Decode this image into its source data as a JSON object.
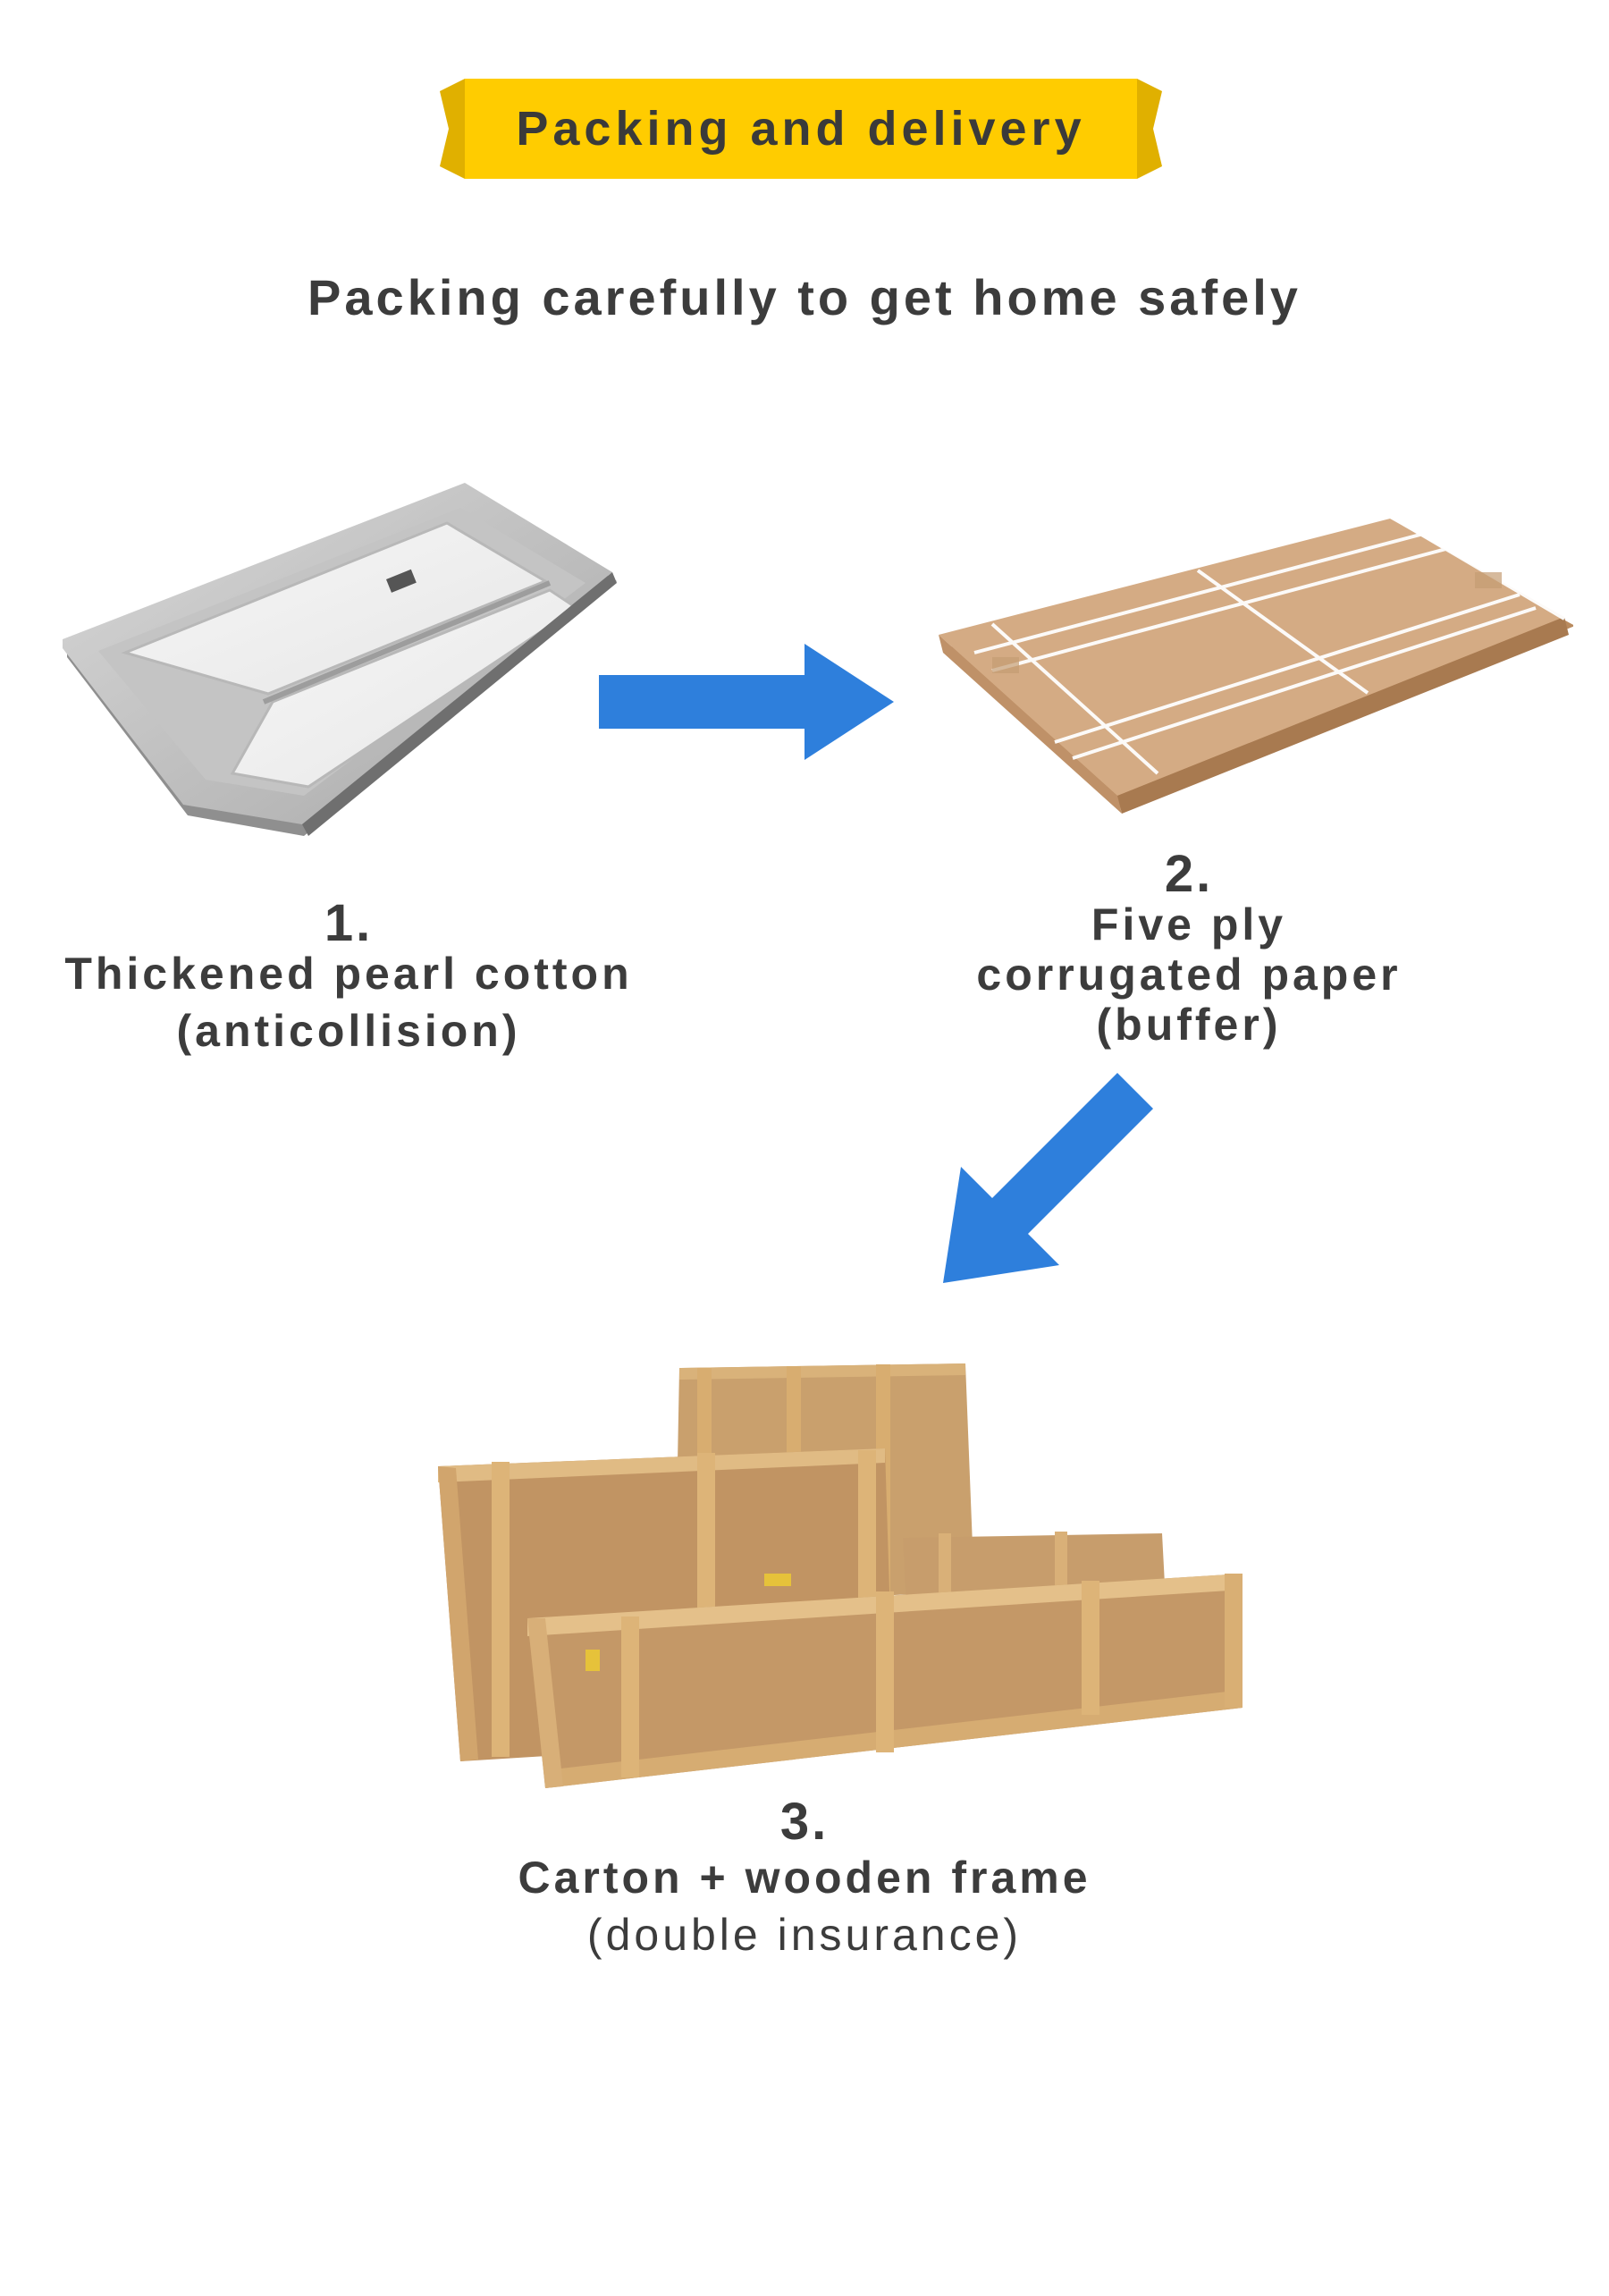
{
  "header": {
    "banner_title": "Packing and delivery",
    "subtitle": "Packing carefully to get home safely",
    "banner_color": "#ffcc00"
  },
  "steps": [
    {
      "number": "1.",
      "title": "Thickened pearl cotton",
      "note": "(anticollision)",
      "image": "wrapped-door-photo"
    },
    {
      "number": "2.",
      "title_line1": "Five ply",
      "title_line2": "corrugated paper",
      "note": "(buffer)",
      "image": "cardboard-box-photo"
    },
    {
      "number": "3.",
      "title": "Carton + wooden frame",
      "note": "(double insurance)",
      "image": "wooden-crates-photo"
    }
  ],
  "arrows": {
    "color": "#2e7fdc"
  }
}
